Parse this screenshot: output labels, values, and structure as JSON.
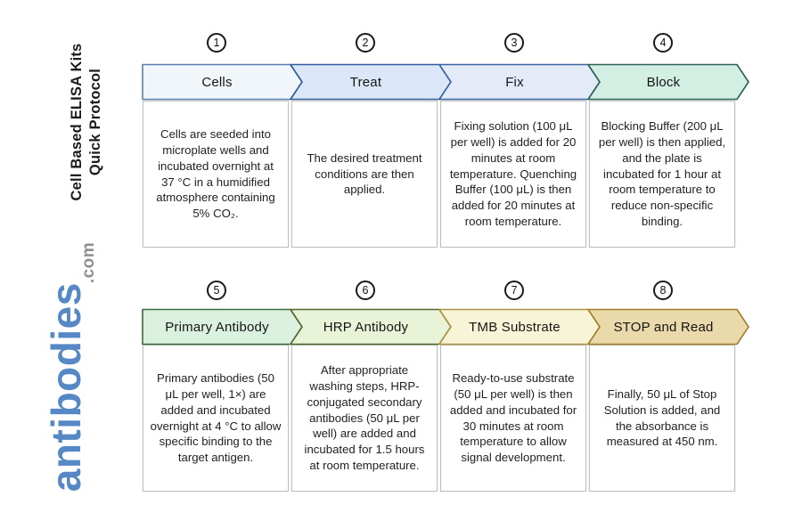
{
  "brand": {
    "title_line1": "Cell Based ELISA Kits",
    "title_line2": "Quick Protocol",
    "logo_text": "antibodies",
    "logo_suffix": ".com",
    "logo_color": "#5688c5",
    "logo_suffix_color": "#8f8f8f"
  },
  "rows": [
    {
      "steps": [
        {
          "number": "1",
          "label": "Cells",
          "fill": "#f1f6fb",
          "stroke": "#5b7fab",
          "description": "Cells are seeded into microplate wells and incubated overnight at 37 °C in a humidified atmosphere containing 5% CO₂."
        },
        {
          "number": "2",
          "label": "Treat",
          "fill": "#dbe6f8",
          "stroke": "#2e5d99",
          "description": "The desired treatment conditions are then applied."
        },
        {
          "number": "3",
          "label": "Fix",
          "fill": "#e5eaf9",
          "stroke": "#3a66a0",
          "description": "Fixing solution (100 μL per well) is added for 20 minutes at room temperature. Quenching Buffer (100 μL) is then added for 20 minutes at room temperature."
        },
        {
          "number": "4",
          "label": "Block",
          "fill": "#d3efe4",
          "stroke": "#2d5f56",
          "description": "Blocking Buffer (200 μL per well) is then applied, and the plate is incubated for 1 hour at room temperature to reduce non-specific binding."
        }
      ]
    },
    {
      "steps": [
        {
          "number": "5",
          "label": "Primary Antibody",
          "fill": "#daf1df",
          "stroke": "#3a6b40",
          "description": "Primary antibodies (50 μL per well, 1×) are added and incubated overnight at 4 °C to allow specific binding to the target antigen."
        },
        {
          "number": "6",
          "label": "HRP Antibody",
          "fill": "#e9f3d8",
          "stroke": "#50682f",
          "description": "After appropriate washing steps, HRP-conjugated secondary antibodies (50 μL per well) are added and incubated for 1.5 hours at room temperature."
        },
        {
          "number": "7",
          "label": "TMB Substrate",
          "fill": "#f8f4d8",
          "stroke": "#ab9240",
          "description": "Ready-to-use substrate (50 μL per well) is then added and incubated for 30 minutes at room temperature to allow signal development."
        },
        {
          "number": "8",
          "label": "STOP and Read",
          "fill": "#ead9ab",
          "stroke": "#a07f28",
          "description": "Finally, 50 μL of Stop Solution is added, and the absorbance is measured at 450 nm."
        }
      ]
    }
  ]
}
